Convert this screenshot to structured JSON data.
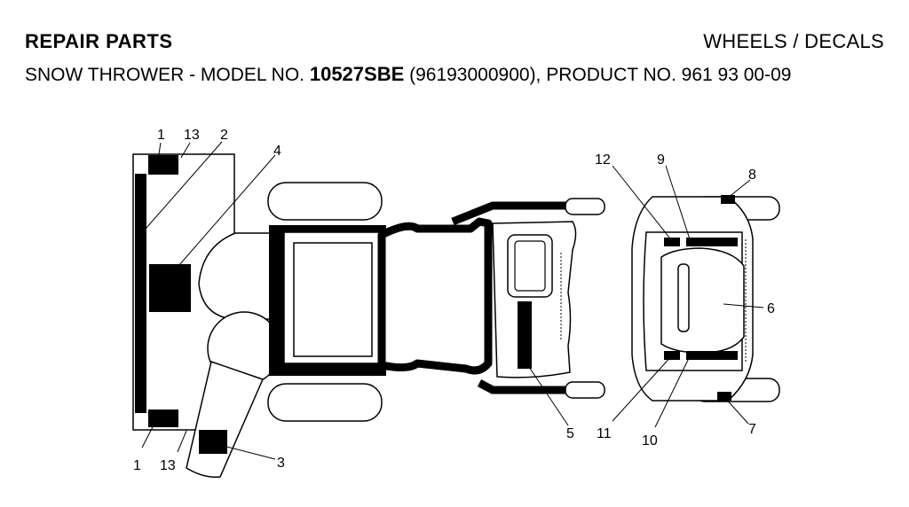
{
  "header": {
    "section": "REPAIR PARTS",
    "page_title": "WHEELS / DECALS"
  },
  "subtitle": {
    "prefix": "SNOW THROWER - MODEL NO. ",
    "model": "10527SBE",
    "suffix": " (96193000900), PRODUCT NO. 961 93 00-09"
  },
  "callouts": {
    "c1_top": "1",
    "c13_top": "13",
    "c2": "2",
    "c4": "4",
    "c3": "3",
    "c1_bottom": "1",
    "c13_bottom": "13",
    "c5": "5",
    "c12": "12",
    "c9": "9",
    "c8": "8",
    "c6": "6",
    "c7": "7",
    "c11": "11",
    "c10": "10"
  }
}
